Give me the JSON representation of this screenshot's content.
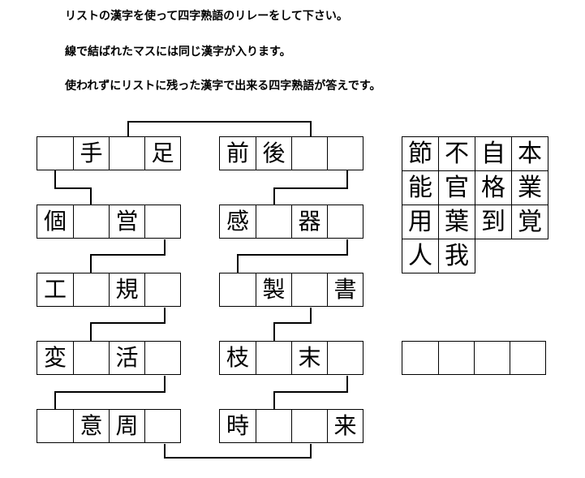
{
  "instructions": [
    "リストの漢字を使って四字熟語のリレーをして下さい。",
    "線で結ばれたマスには同じ漢字が入ります。",
    "使われずにリストに残った漢字で出来る四字熟語が答えです。"
  ],
  "left_column": [
    [
      "",
      "手",
      "",
      "足"
    ],
    [
      "個",
      "",
      "営",
      ""
    ],
    [
      "工",
      "",
      "規",
      ""
    ],
    [
      "変",
      "",
      "活",
      ""
    ],
    [
      "",
      "意",
      "周",
      ""
    ]
  ],
  "right_column": [
    [
      "前",
      "後",
      "",
      ""
    ],
    [
      "感",
      "",
      "器",
      ""
    ],
    [
      "",
      "製",
      "",
      "書"
    ],
    [
      "枝",
      "",
      "末",
      ""
    ],
    [
      "時",
      "",
      "",
      "来"
    ]
  ],
  "kanji_list": [
    [
      "節",
      "不",
      "自",
      "本"
    ],
    [
      "能",
      "官",
      "格",
      "業"
    ],
    [
      "用",
      "葉",
      "到",
      "覚"
    ],
    [
      "人",
      "我"
    ]
  ],
  "answer_cells": [
    "",
    "",
    "",
    ""
  ]
}
